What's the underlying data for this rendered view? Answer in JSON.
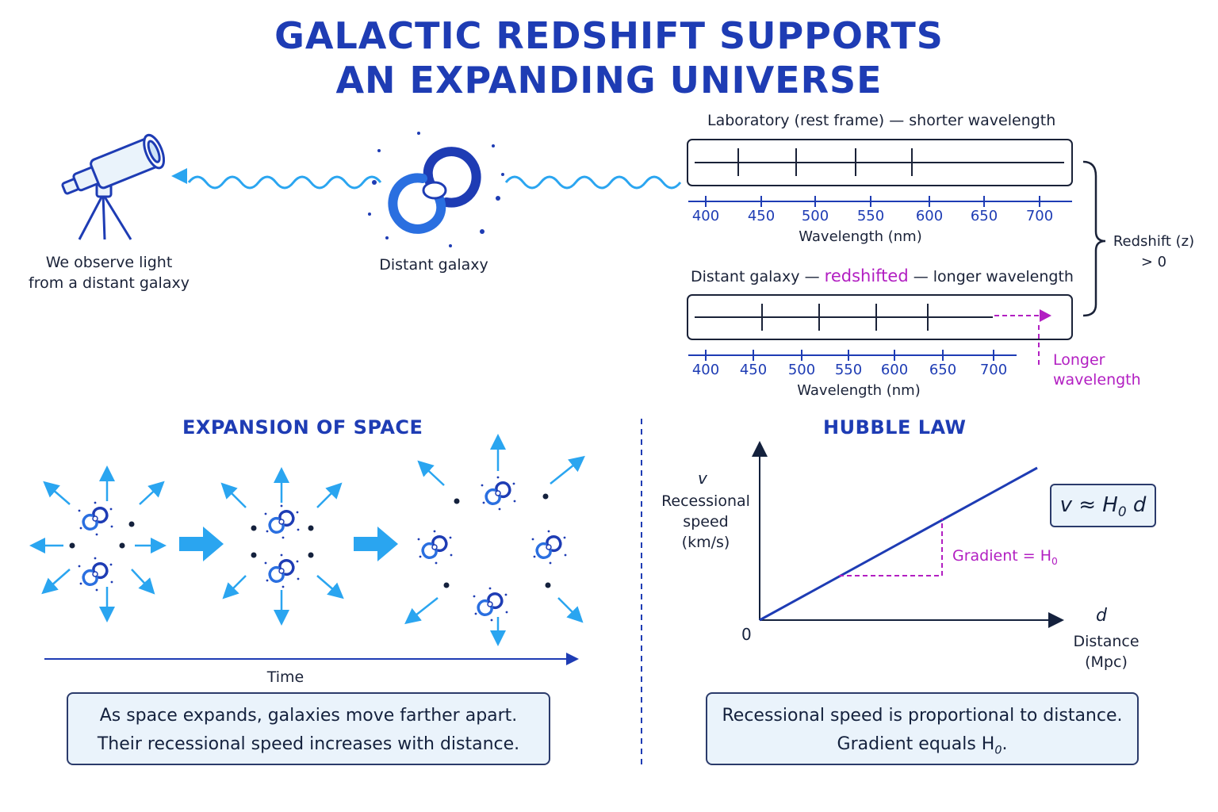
{
  "title": {
    "line1": "GALACTIC REDSHIFT SUPPORTS",
    "line2": "AN EXPANDING UNIVERSE"
  },
  "observer": {
    "caption_line1": "We observe light",
    "caption_line2": "from a distant galaxy",
    "icon": "telescope-icon"
  },
  "galaxy": {
    "caption": "Distant galaxy",
    "icon": "spiral-galaxy-icon"
  },
  "spectrum_lab": {
    "label": "Laboratory (rest frame) — shorter wavelength",
    "ticks": [
      "400",
      "450",
      "500",
      "550",
      "600",
      "650",
      "700"
    ],
    "axis_title": "Wavelength (nm)"
  },
  "spectrum_galaxy": {
    "label_prefix": "Distant galaxy —",
    "label_highlight": "redshifted",
    "label_suffix": "— longer wavelength",
    "ticks": [
      "400",
      "450",
      "500",
      "550",
      "600",
      "650",
      "700"
    ],
    "axis_title": "Wavelength (nm)",
    "arrow_line1": "Longer",
    "arrow_line2": "wavelength"
  },
  "redshift_brace": {
    "line1": "Redshift (z)",
    "line2": "> 0"
  },
  "expansion": {
    "heading": "EXPANSION OF SPACE",
    "time_label": "Time",
    "box_line1": "As space expands, galaxies move farther apart.",
    "box_line2": "Their recessional speed increases with distance."
  },
  "hubble": {
    "heading": "HUBBLE LAW",
    "y_symbol": "v",
    "y_line1": "Recessional",
    "y_line2": "speed",
    "y_line3": "(km/s)",
    "x_symbol": "d",
    "x_line1": "Distance",
    "x_line2": "(Mpc)",
    "origin": "0",
    "gradient_label": "Gradient = H",
    "gradient_sub": "0",
    "formula_main": "v ≈ H",
    "formula_sub": "0",
    "formula_tail": "d",
    "box_line1": "Recessional speed is proportional to distance.",
    "box_line2_main": "Gradient equals H",
    "box_line2_sub": "0",
    "box_line2_tail": "."
  },
  "colors": {
    "accent": "#1e3cb4",
    "light_blue": "#2aa5f0",
    "magenta": "#b21fc2",
    "box_fill": "#eaf3fb",
    "ink": "#14213d"
  }
}
